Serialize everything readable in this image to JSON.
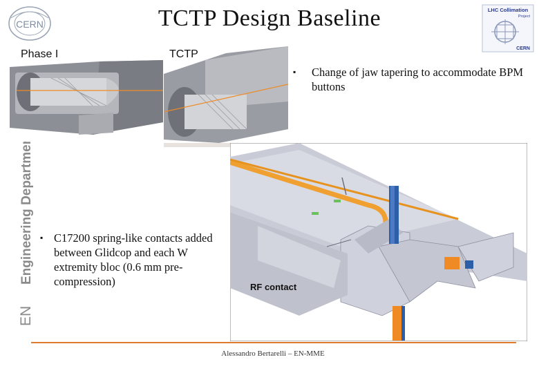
{
  "slide": {
    "title": "TCTP Design Baseline",
    "cern_logo_text": "CERN",
    "lhc_logo": {
      "line1": "LHC Collimation",
      "line2": "Project",
      "line3": "CERN"
    },
    "side_label": {
      "en": "EN",
      "dept": "Engineering Department"
    },
    "images": {
      "phase1_label": "Phase I",
      "tctp_label": "TCTP",
      "rf_contact_label": "RF contact"
    },
    "bullets": [
      {
        "icon": "square-bullet-icon",
        "text": "Change of jaw tapering to accommodate BPM buttons"
      },
      {
        "icon": "square-bullet-icon",
        "text": "C17200 spring-like contacts added between Glidcop and each W extremity bloc (0.6 mm pre-compression)"
      }
    ],
    "footer": "Alessandro Bertarelli – EN-MME",
    "colors": {
      "accent": "#e07a2a",
      "side_text": "#8a8a8a"
    }
  }
}
